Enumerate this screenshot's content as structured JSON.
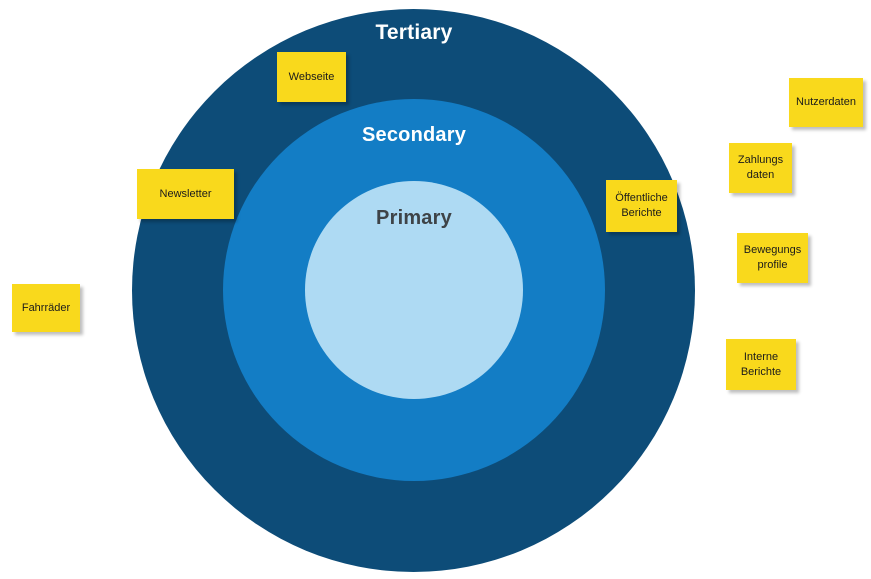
{
  "diagram": {
    "rings": [
      {
        "id": "tertiary",
        "label": "Tertiary"
      },
      {
        "id": "secondary",
        "label": "Secondary"
      },
      {
        "id": "primary",
        "label": "Primary"
      }
    ],
    "notes": [
      {
        "id": "webseite",
        "label": "Webseite"
      },
      {
        "id": "newsletter",
        "label": "Newsletter"
      },
      {
        "id": "fahrraeder",
        "label": "Fahrräder"
      },
      {
        "id": "oeffentliche-berichte",
        "label": "Öffentliche\nBerichte"
      },
      {
        "id": "nutzerdaten",
        "label": "Nutzerdaten"
      },
      {
        "id": "zahlungsdaten",
        "label": "Zahlungs\ndaten"
      },
      {
        "id": "bewegungsprofile",
        "label": "Bewegungs\nprofile"
      },
      {
        "id": "interne-berichte",
        "label": "Interne\nBerichte"
      }
    ],
    "colors": {
      "tertiary_ring": "#0d4c78",
      "secondary_ring": "#137dc5",
      "primary_ring": "#aedaf3",
      "note_yellow": "#f9d91c",
      "ring_label_light": "#ffffff",
      "ring_label_dark": "#3e4347"
    }
  }
}
